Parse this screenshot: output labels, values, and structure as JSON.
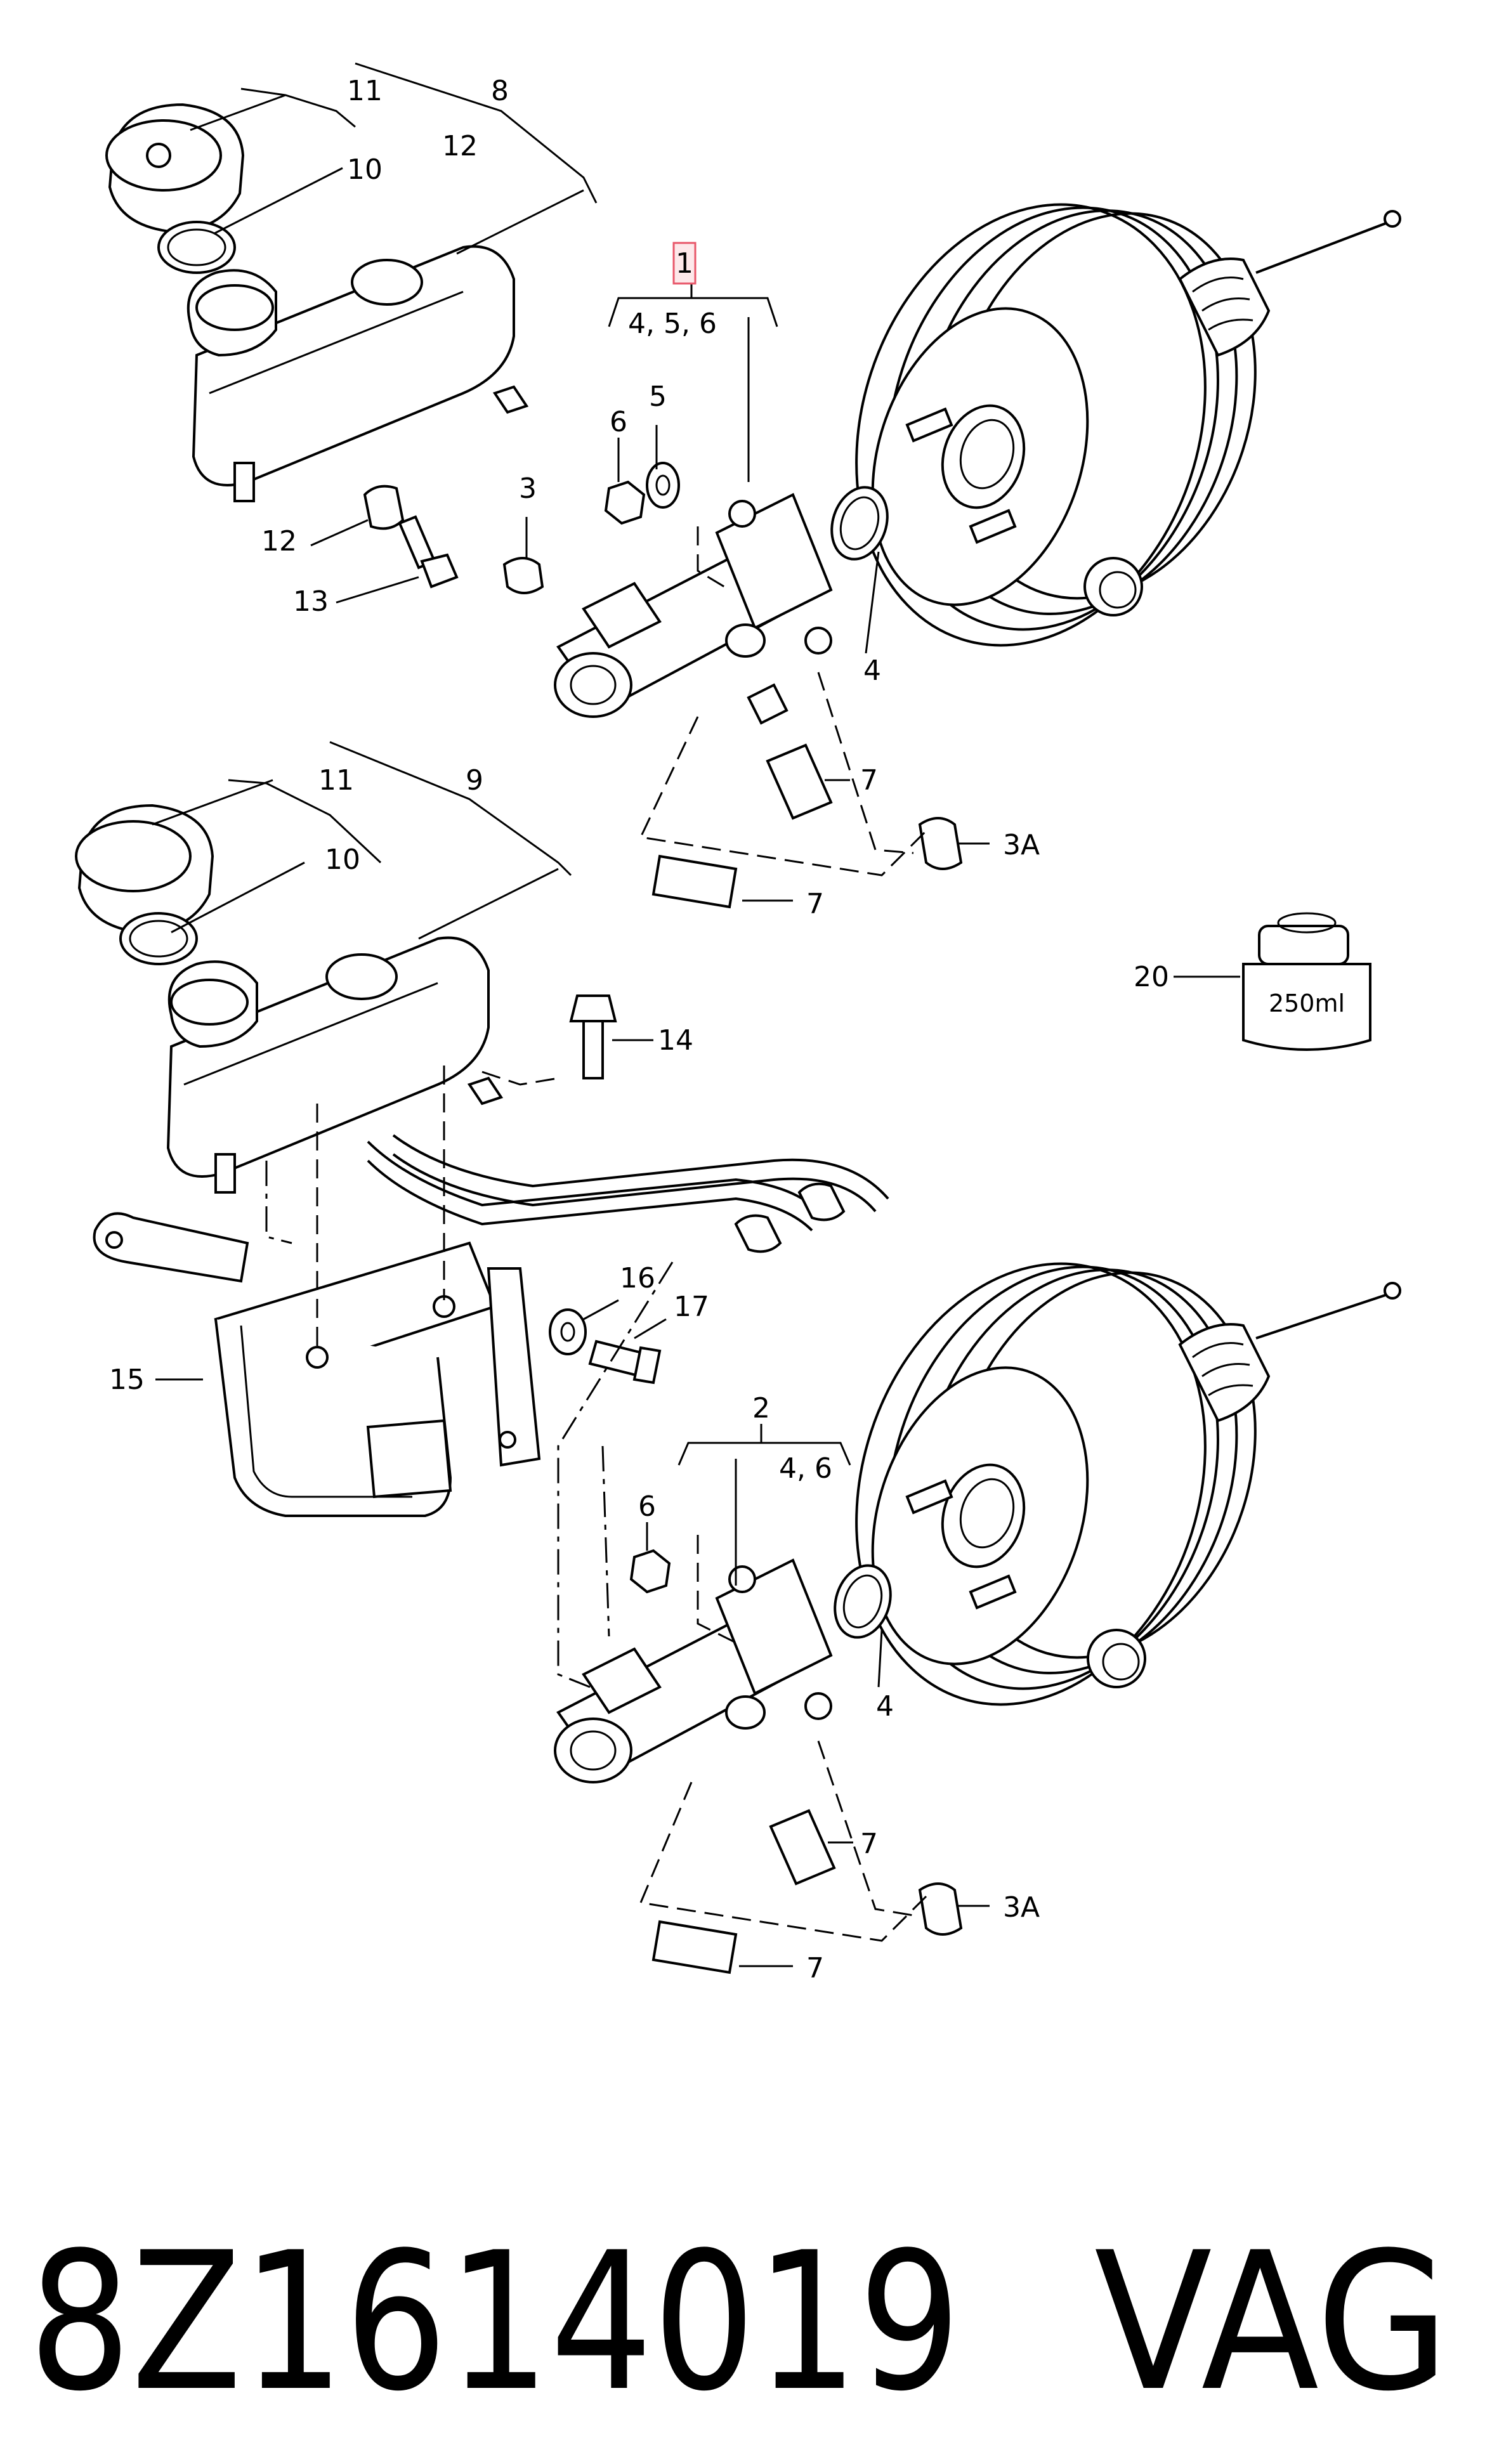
{
  "diagram": {
    "callouts": [
      {
        "id": "c-1",
        "text": "1",
        "highlight": true
      },
      {
        "id": "c-456-top",
        "text": "4, 5, 6"
      },
      {
        "id": "c-8",
        "text": "8"
      },
      {
        "id": "c-12-top",
        "text": "12"
      },
      {
        "id": "c-11-top",
        "text": "11"
      },
      {
        "id": "c-10-top",
        "text": "10"
      },
      {
        "id": "c-12-left",
        "text": "12"
      },
      {
        "id": "c-13",
        "text": "13"
      },
      {
        "id": "c-3",
        "text": "3"
      },
      {
        "id": "c-6-top",
        "text": "6"
      },
      {
        "id": "c-5",
        "text": "5"
      },
      {
        "id": "c-4-top",
        "text": "4"
      },
      {
        "id": "c-7-a",
        "text": "7"
      },
      {
        "id": "c-3a-top",
        "text": "3A"
      },
      {
        "id": "c-7-b",
        "text": "7"
      },
      {
        "id": "c-11-mid",
        "text": "11"
      },
      {
        "id": "c-9",
        "text": "9"
      },
      {
        "id": "c-10-mid",
        "text": "10"
      },
      {
        "id": "c-14",
        "text": "14"
      },
      {
        "id": "c-20",
        "text": "20"
      },
      {
        "id": "c-250ml",
        "text": "250ml"
      },
      {
        "id": "c-16",
        "text": "16"
      },
      {
        "id": "c-17",
        "text": "17"
      },
      {
        "id": "c-15",
        "text": "15"
      },
      {
        "id": "c-2",
        "text": "2"
      },
      {
        "id": "c-46-bottom",
        "text": "4, 6"
      },
      {
        "id": "c-6-bottom",
        "text": "6"
      },
      {
        "id": "c-4-bottom",
        "text": "4"
      },
      {
        "id": "c-7-c",
        "text": "7"
      },
      {
        "id": "c-3a-bottom",
        "text": "3A"
      },
      {
        "id": "c-7-d",
        "text": "7"
      }
    ],
    "highlight_color": "#e8576a",
    "highlight_fill": "#fde8ea"
  },
  "footer": {
    "part_number": "8Z1614019",
    "brand": "VAG"
  }
}
